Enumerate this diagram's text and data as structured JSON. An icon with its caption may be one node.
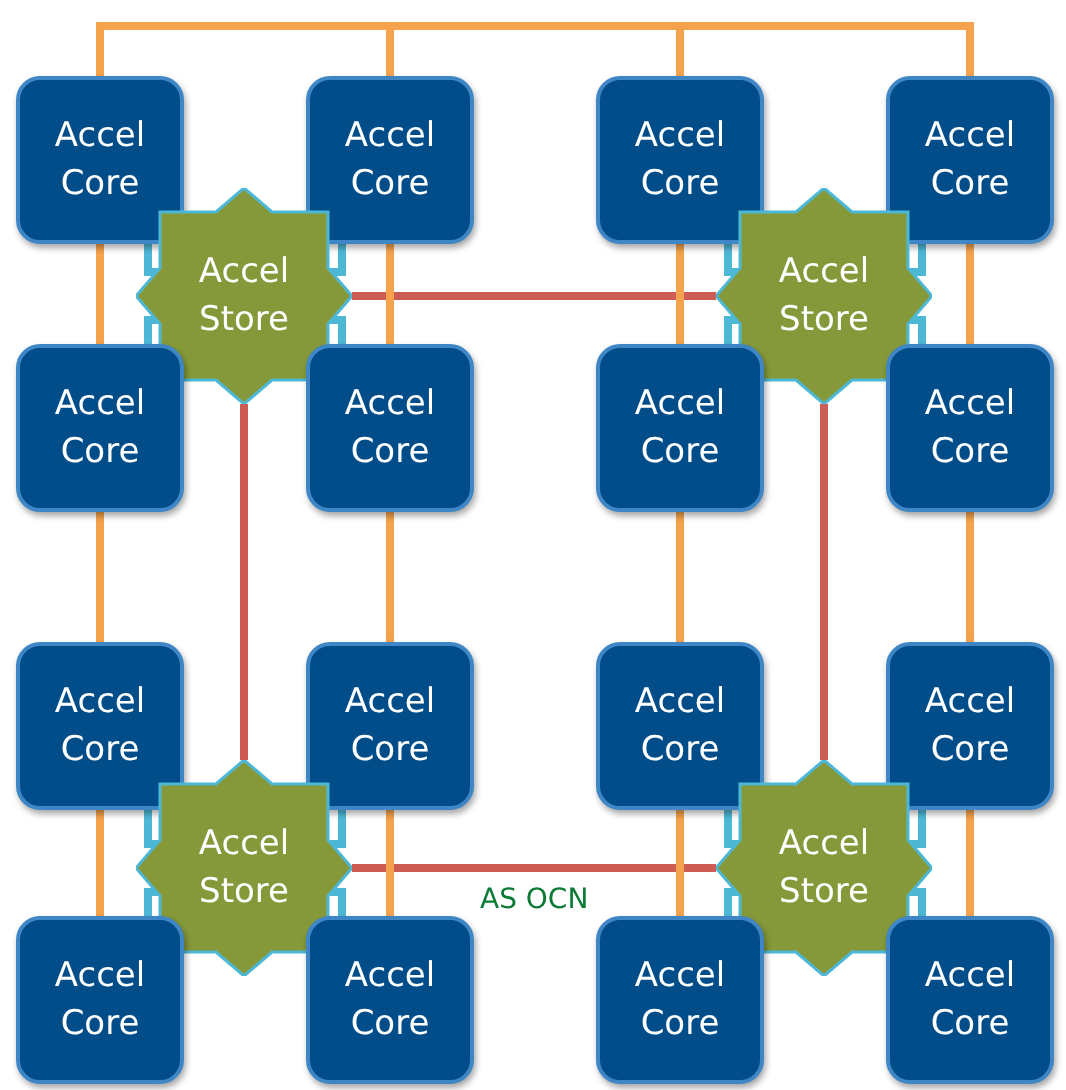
{
  "diagram": {
    "nodes": [
      {
        "text": [
          "Accel Core"
        ]
      },
      {
        "text": [
          "Accel Core"
        ]
      },
      {
        "text": [
          "Accel Core"
        ]
      },
      {
        "text": [
          "Accel Core"
        ]
      },
      {
        "text": [
          "Accel Store"
        ]
      },
      {
        "text": [
          "Accel Store"
        ]
      },
      {
        "text": [
          "Accel Core"
        ]
      },
      {
        "text": [
          "Accel Core"
        ]
      },
      {
        "text": [
          "Accel Core"
        ]
      },
      {
        "text": [
          "Accel Core"
        ]
      },
      {
        "text": [
          "Accel Core"
        ]
      },
      {
        "text": [
          "Accel Core"
        ]
      },
      {
        "text": [
          "Accel Core"
        ]
      },
      {
        "text": [
          "Accel Core"
        ]
      },
      {
        "text": [
          "Accel Store"
        ]
      },
      {
        "text": [
          "Accel Store"
        ]
      },
      {
        "text": [
          "Accel Core"
        ]
      },
      {
        "text": [
          "Accel Core"
        ]
      },
      {
        "text": [
          "Accel Core"
        ]
      },
      {
        "text": [
          "Accel Core"
        ]
      }
    ],
    "edges": [
      {
        "from": 4,
        "to": 5,
        "arrow": "none",
        "color": "#cd5c55"
      },
      {
        "from": 4,
        "to": 14,
        "arrow": "none",
        "color": "#cd5c55"
      },
      {
        "from": 5,
        "to": 15,
        "arrow": "none",
        "color": "#cd5c55"
      },
      {
        "from": 14,
        "to": 15,
        "label": "AS OCN",
        "arrow": "none",
        "color": "#cd5c55"
      },
      {
        "from": 0,
        "to": 1,
        "arrow": "none",
        "color": "#f4a24b"
      },
      {
        "from": 1,
        "to": 2,
        "arrow": "none",
        "color": "#f4a24b"
      },
      {
        "from": 2,
        "to": 3,
        "arrow": "none",
        "color": "#f4a24b"
      },
      {
        "from": 0,
        "to": 6,
        "arrow": "none",
        "color": "#f4a24b"
      },
      {
        "from": 6,
        "to": 10,
        "arrow": "none",
        "color": "#f4a24b"
      },
      {
        "from": 10,
        "to": 16,
        "arrow": "none",
        "color": "#f4a24b"
      },
      {
        "from": 1,
        "to": 7,
        "arrow": "none",
        "color": "#f4a24b"
      },
      {
        "from": 7,
        "to": 11,
        "arrow": "none",
        "color": "#f4a24b"
      },
      {
        "from": 11,
        "to": 17,
        "arrow": "none",
        "color": "#f4a24b"
      },
      {
        "from": 2,
        "to": 8,
        "arrow": "none",
        "color": "#f4a24b"
      },
      {
        "from": 8,
        "to": 12,
        "arrow": "none",
        "color": "#f4a24b"
      },
      {
        "from": 12,
        "to": 18,
        "arrow": "none",
        "color": "#f4a24b"
      },
      {
        "from": 3,
        "to": 9,
        "arrow": "none",
        "color": "#f4a24b"
      },
      {
        "from": 9,
        "to": 13,
        "arrow": "none",
        "color": "#f4a24b"
      },
      {
        "from": 13,
        "to": 19,
        "arrow": "none",
        "color": "#f4a24b"
      },
      {
        "from": 4,
        "to": 0,
        "arrow": "none"
      },
      {
        "from": 4,
        "to": 1,
        "arrow": "none"
      },
      {
        "from": 4,
        "to": 6,
        "arrow": "none"
      },
      {
        "from": 4,
        "to": 7,
        "arrow": "none"
      },
      {
        "from": 5,
        "to": 2,
        "arrow": "none"
      },
      {
        "from": 5,
        "to": 3,
        "arrow": "none"
      },
      {
        "from": 5,
        "to": 8,
        "arrow": "none"
      },
      {
        "from": 5,
        "to": 9,
        "arrow": "none"
      },
      {
        "from": 14,
        "to": 10,
        "arrow": "none"
      },
      {
        "from": 14,
        "to": 11,
        "arrow": "none"
      },
      {
        "from": 14,
        "to": 16,
        "arrow": "none"
      },
      {
        "from": 14,
        "to": 17,
        "arrow": "none"
      },
      {
        "from": 15,
        "to": 12,
        "arrow": "none"
      },
      {
        "from": 15,
        "to": 13,
        "arrow": "none"
      },
      {
        "from": 15,
        "to": 18,
        "arrow": "none"
      },
      {
        "from": 15,
        "to": 19,
        "arrow": "none"
      }
    ]
  }
}
